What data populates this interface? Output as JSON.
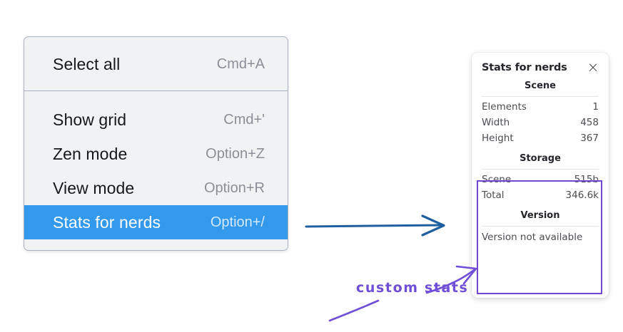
{
  "colors": {
    "menu_bg": "#f0f2f4",
    "menu_border": "#aab2bd",
    "selection_blue": "#3399ec",
    "annotation_purple": "#6f4ed8",
    "highlight_border": "#7048d4",
    "arrow_blue": "#1f5fa0",
    "panel_bg": "#ffffff",
    "page_bg": "#ffffff"
  },
  "context_menu": {
    "groups": [
      {
        "name": "group-top",
        "items": [
          {
            "label": "Select all",
            "shortcut": "Cmd+A",
            "selected": false
          }
        ]
      },
      {
        "name": "group-bottom",
        "items": [
          {
            "label": "Show grid",
            "shortcut": "Cmd+'",
            "selected": false
          },
          {
            "label": "Zen mode",
            "shortcut": "Option+Z",
            "selected": false
          },
          {
            "label": "View mode",
            "shortcut": "Option+R",
            "selected": false
          },
          {
            "label": "Stats for nerds",
            "shortcut": "Option+/",
            "selected": true
          }
        ]
      }
    ]
  },
  "stats_panel": {
    "title": "Stats for nerds",
    "close_icon": "close-icon",
    "sections": [
      {
        "title": "Scene",
        "rows": [
          {
            "key": "Elements",
            "value": "1"
          },
          {
            "key": "Width",
            "value": "458"
          },
          {
            "key": "Height",
            "value": "367"
          }
        ]
      },
      {
        "title": "Storage",
        "rows": [
          {
            "key": "Scene",
            "value": "515b"
          },
          {
            "key": "Total",
            "value": "346.6k"
          }
        ]
      },
      {
        "title": "Version",
        "note": "Version not available"
      }
    ]
  },
  "annotations": {
    "custom_stats_label": "custom stats",
    "blue_arrow": "arrow-right-icon",
    "purple_arrow": "arrow-up-right-icon",
    "purple_underline": "underline-stroke-icon"
  }
}
